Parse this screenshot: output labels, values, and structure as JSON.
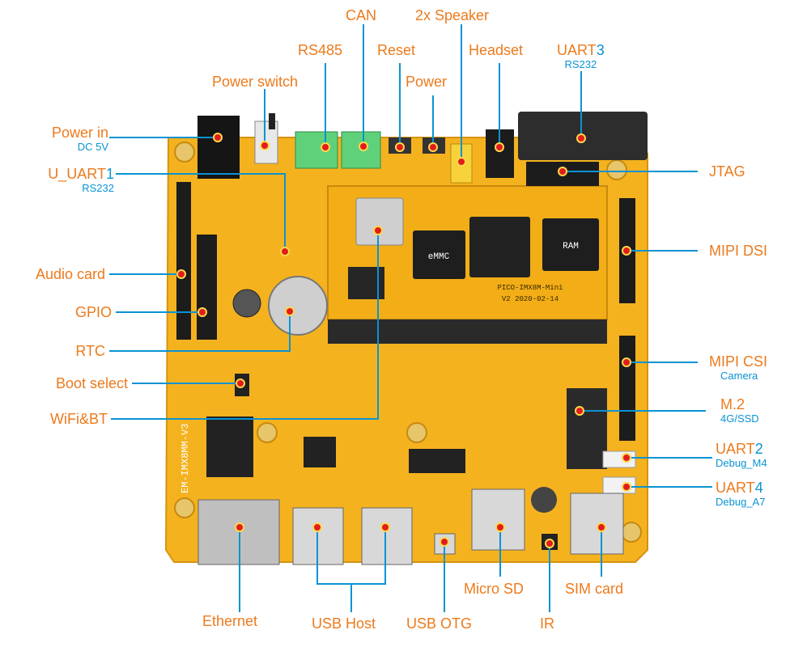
{
  "board": {
    "module_label": "PICO-IMX8M-Mini",
    "module_version": "V2 2020-02-14",
    "emmc_label": "eMMC",
    "ram_label": "RAM",
    "board_id": "EM-IMX8MM-V3"
  },
  "labels": {
    "power_in": "Power in",
    "power_in_sub": "DC 5V",
    "u_uart_main": "U_UART",
    "u_uart_num": "1",
    "u_uart_sub": "RS232",
    "audio_card": "Audio card",
    "gpio": "GPIO",
    "rtc": "RTC",
    "boot_select": "Boot select",
    "wifi_bt": "WiFi&BT",
    "power_switch": "Power switch",
    "rs485": "RS485",
    "can": "CAN",
    "reset": "Reset",
    "power": "Power",
    "speaker": "2x Speaker",
    "headset": "Headset",
    "uart3_main": "UART",
    "uart3_num": "3",
    "uart3_sub": "RS232",
    "jtag": "JTAG",
    "mipi_dsi": "MIPI DSI",
    "mipi_csi": "MIPI CSI",
    "mipi_csi_sub": "Camera",
    "m2": "M.2",
    "m2_sub": "4G/SSD",
    "uart2_main": "UART",
    "uart2_num": "2",
    "uart2_sub": "Debug_M4",
    "uart4_main": "UART",
    "uart4_num": "4",
    "uart4_sub": "Debug_A7",
    "ethernet": "Ethernet",
    "usb_host": "USB Host",
    "usb_otg": "USB OTG",
    "micro_sd": "Micro SD",
    "ir": "IR",
    "sim_card": "SIM card"
  },
  "colors": {
    "label": "#ec7a1c",
    "accent": "#0a93d3",
    "board": "#f5b21f",
    "marker": "#e11d1d"
  }
}
